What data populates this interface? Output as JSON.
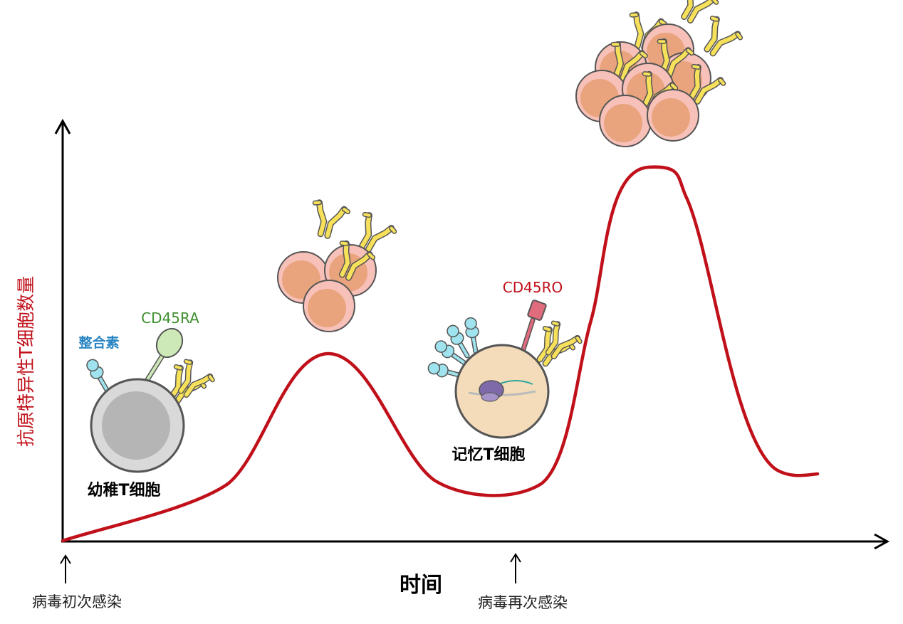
{
  "y_axis_label": "抗原特异性T细胞数量",
  "x_axis_label": "时间",
  "events": {
    "first_infection": "病毒初次感染",
    "reinfection": "病毒再次感染"
  },
  "cells": {
    "naive": {
      "label": "幼稚T细胞",
      "integrin_label": "整合素",
      "marker_label": "CD45RA"
    },
    "memory": {
      "label": "记忆T细胞",
      "marker_label": "CD45RO"
    }
  },
  "colors": {
    "curve": "#c0101a",
    "axis": "#000000",
    "y_label": "#c0101a",
    "integrin_text": "#2a86c4",
    "cd45ra_text": "#3f8f2f",
    "cd45ro_text": "#c0101a",
    "effector_cell_outer": "#f7c0b8",
    "effector_cell_inner": "#e9a47e",
    "receptor": "#f7e15a",
    "naive_cell": "#d9d9d9",
    "memory_cell": "#f4dcba"
  }
}
